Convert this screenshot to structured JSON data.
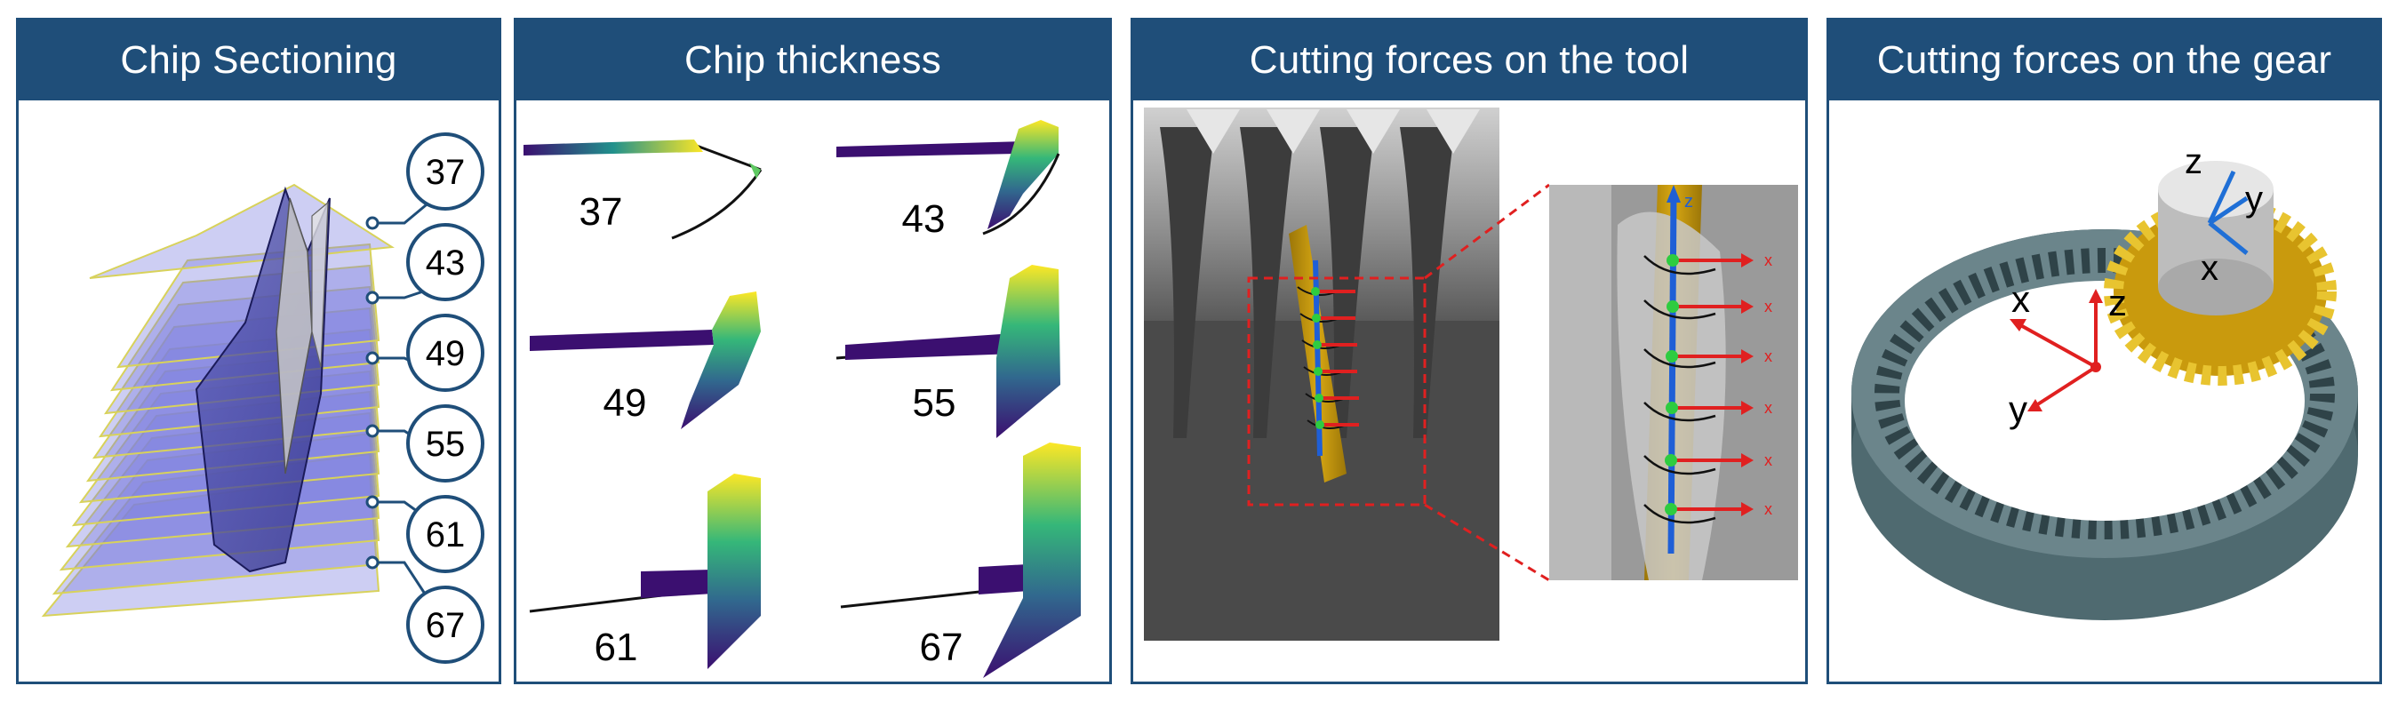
{
  "panels": {
    "p1": {
      "title": "Chip Sectioning",
      "sections": [
        "37",
        "43",
        "49",
        "55",
        "61",
        "67"
      ]
    },
    "p2": {
      "title": "Chip thickness",
      "sections": [
        "37",
        "43",
        "49",
        "55",
        "61",
        "67"
      ]
    },
    "p3": {
      "title": "Cutting forces on the tool",
      "axis_labels": {
        "z": "z",
        "x": "x"
      }
    },
    "p4": {
      "title": "Cutting forces on the gear",
      "axis_labels": {
        "x": "x",
        "y": "y",
        "z": "z"
      }
    }
  },
  "colors": {
    "header": "#1f4e79",
    "plane_fill": "#7b7fe0",
    "plane_edge": "#d8d25a",
    "chip_dark": "#3b0f70",
    "chip_mid": "#21918c",
    "chip_light": "#fde725",
    "force_red": "#e02020",
    "axis_blue": "#1f5fd6",
    "tool_gold": "#c99a0d",
    "gear_gray": "#4a6369"
  }
}
